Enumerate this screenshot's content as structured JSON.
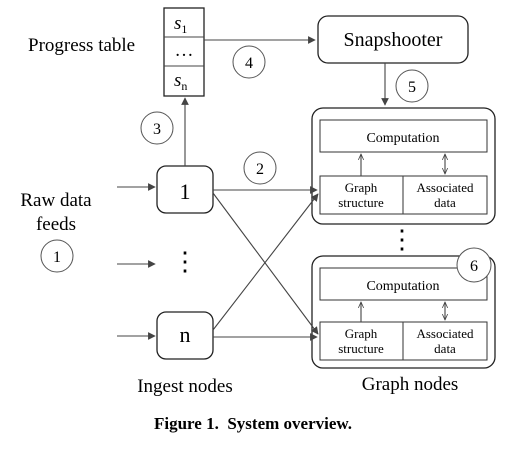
{
  "progress_table": {
    "label": "Progress table",
    "rows": [
      "s",
      "…",
      "s"
    ],
    "subscripts": [
      "1",
      "",
      "n"
    ]
  },
  "snapshooter": {
    "label": "Snapshooter"
  },
  "raw_data": {
    "line1": "Raw data",
    "line2": "feeds"
  },
  "ingest": {
    "nodes": [
      "1",
      "n"
    ],
    "ellipsis": "⋮",
    "label": "Ingest nodes"
  },
  "graph": {
    "computation": "Computation",
    "structure_line1": "Graph",
    "structure_line2": "structure",
    "assoc_line1": "Associated",
    "assoc_line2": "data",
    "ellipsis": "⋮",
    "label": "Graph nodes"
  },
  "steps": [
    "1",
    "2",
    "3",
    "4",
    "5",
    "6"
  ],
  "caption": "Figure 1.  System overview."
}
